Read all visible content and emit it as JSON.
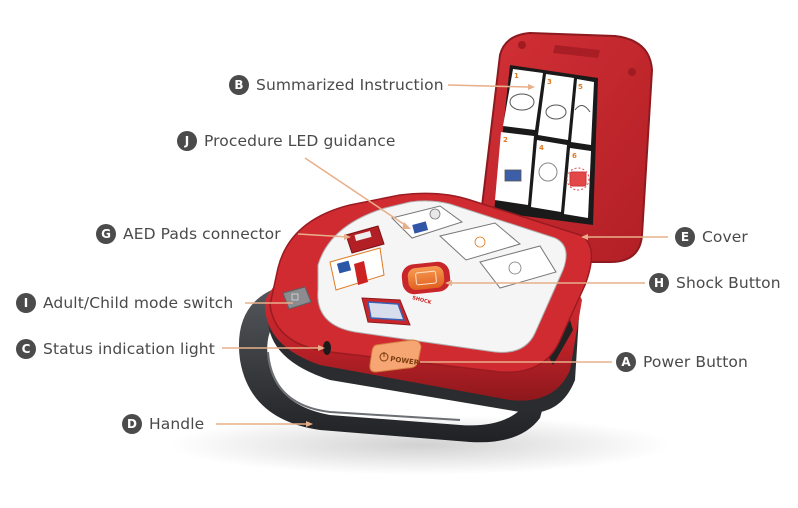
{
  "diagram": {
    "subject": "Automated External Defibrillator (AED) with open cover",
    "colors": {
      "device_red": "#c8262b",
      "device_red_dark": "#9b1b1f",
      "handle_dark": "#2e3033",
      "badge_bg": "#4b4b4b",
      "leader_line": "#e8b08a",
      "label_text": "#4a4a4a",
      "shock_button": "#f07a32",
      "power_button": "#f6a672"
    },
    "callouts": [
      {
        "id": "B",
        "letter": "B",
        "label": "Summarized Instruction"
      },
      {
        "id": "J",
        "letter": "J",
        "label": "Procedure LED guidance"
      },
      {
        "id": "G",
        "letter": "G",
        "label": "AED Pads connector"
      },
      {
        "id": "I",
        "letter": "I",
        "label": "Adult/Child mode switch"
      },
      {
        "id": "C",
        "letter": "C",
        "label": "Status indication light"
      },
      {
        "id": "D",
        "letter": "D",
        "label": "Handle"
      },
      {
        "id": "E",
        "letter": "E",
        "label": "Cover"
      },
      {
        "id": "H",
        "letter": "H",
        "label": "Shock Button"
      },
      {
        "id": "A",
        "letter": "A",
        "label": "Power Button"
      }
    ],
    "device_labels": {
      "power_button_text": "POWER",
      "shock_button_text": "SHOCK",
      "instruction_steps": [
        "1",
        "2",
        "3",
        "4",
        "5",
        "6"
      ]
    }
  }
}
